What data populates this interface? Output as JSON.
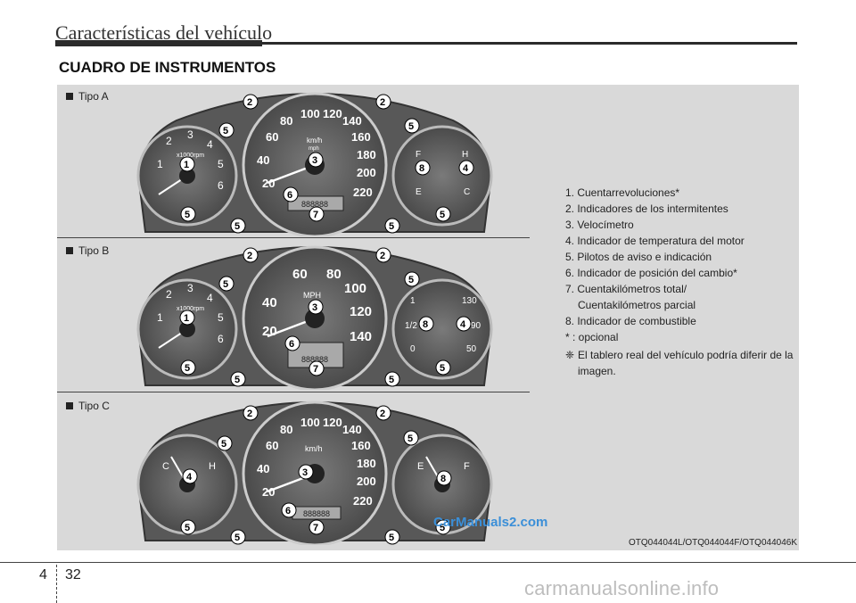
{
  "header": {
    "section_title": "Características del vehículo"
  },
  "subsection_title": "CUADRO DE INSTRUMENTOS",
  "variants": [
    {
      "label": "Tipo A",
      "tach_ticks": [
        "1",
        "2",
        "3",
        "4",
        "5",
        "6"
      ],
      "tach_unit": "x1000rpm",
      "speed_ticks": [
        "20",
        "40",
        "60",
        "80",
        "100",
        "120",
        "140",
        "160",
        "180",
        "200",
        "220"
      ],
      "speed_unit": "km/h",
      "speed_subunit": "mph",
      "odo": "888888",
      "right_gauge": [
        "F",
        "H",
        "E",
        "C"
      ],
      "callouts": [
        "2",
        "2",
        "5",
        "5",
        "1",
        "3",
        "8",
        "4",
        "6",
        "7",
        "5",
        "5",
        "5",
        "5"
      ]
    },
    {
      "label": "Tipo B",
      "tach_ticks": [
        "1",
        "2",
        "3",
        "4",
        "5",
        "6"
      ],
      "tach_unit": "x1000rpm",
      "speed_ticks": [
        "20",
        "40",
        "60",
        "80",
        "100",
        "120",
        "140"
      ],
      "speed_unit": "MPH",
      "odo": "888888",
      "right_gauge": [
        "1",
        "1/2",
        "0",
        "130",
        "90",
        "50"
      ],
      "callouts": [
        "2",
        "2",
        "5",
        "5",
        "1",
        "3",
        "8",
        "4",
        "6",
        "7",
        "5",
        "5",
        "5",
        "5"
      ]
    },
    {
      "label": "Tipo C",
      "temp_gauge": [
        "C",
        "H"
      ],
      "speed_ticks": [
        "20",
        "40",
        "60",
        "80",
        "100",
        "120",
        "140",
        "160",
        "180",
        "200",
        "220"
      ],
      "speed_unit": "km/h",
      "odo": "888888",
      "fuel_gauge": [
        "E",
        "F"
      ],
      "callouts": [
        "2",
        "2",
        "5",
        "5",
        "4",
        "3",
        "8",
        "6",
        "7",
        "5",
        "5",
        "5",
        "5"
      ]
    }
  ],
  "legend": {
    "items": [
      "1. Cuentarrevoluciones*",
      "2. Indicadores de los intermitentes",
      "3. Velocímetro",
      "4. Indicador de temperatura del motor",
      "5. Pilotos de aviso e indicación",
      "6. Indicador de posición del cambio*",
      "7. Cuentakilómetros total/",
      "Cuentakilómetros parcial",
      "8. Indicador de combustible",
      "* : opcional"
    ],
    "note_symbol": "❈",
    "note": "El tablero real del vehículo podría diferir de la imagen."
  },
  "figure_code": "OTQ044044L/OTQ044044F/OTQ044046K",
  "watermark_small": "CarManuals2.com",
  "footer": {
    "chapter": "4",
    "page": "32",
    "watermark": "carmanualsonline.info"
  }
}
